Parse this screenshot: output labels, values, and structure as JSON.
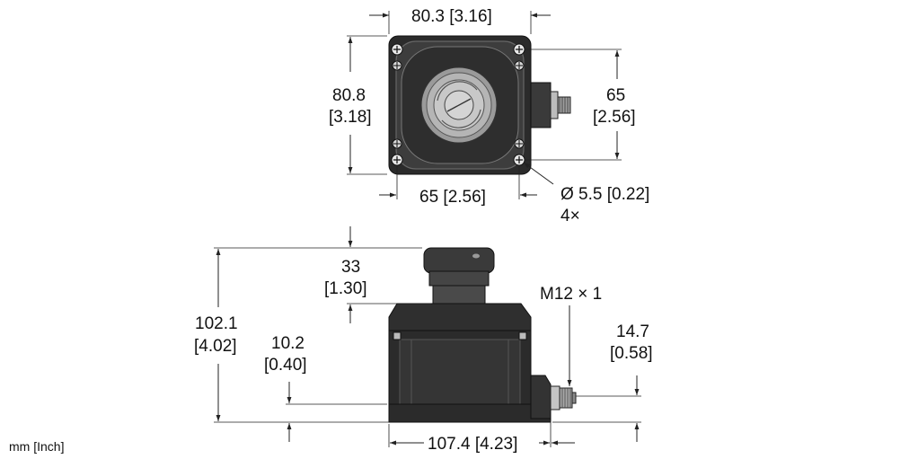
{
  "top_view": {
    "width_label": "80.3 [3.16]",
    "height_label_line1": "80.8",
    "height_label_line2": "[3.18]",
    "hole_spacing_v_line1": "65",
    "hole_spacing_v_line2": "[2.56]",
    "hole_spacing_h_label": "65 [2.56]",
    "hole_dia_line1": "Ø 5.5 [0.22]",
    "hole_dia_line2": "4×"
  },
  "side_view": {
    "overall_height_line1": "102.1",
    "overall_height_line2": "[4.02]",
    "button_height_line1": "33",
    "button_height_line2": "[1.30]",
    "base_offset_line1": "10.2",
    "base_offset_line2": "[0.40]",
    "connector_label": "M12 × 1",
    "connector_height_line1": "14.7",
    "connector_height_line2": "[0.58]",
    "overall_length_label": "107.4 [4.23]"
  },
  "units_note": "mm [Inch]"
}
